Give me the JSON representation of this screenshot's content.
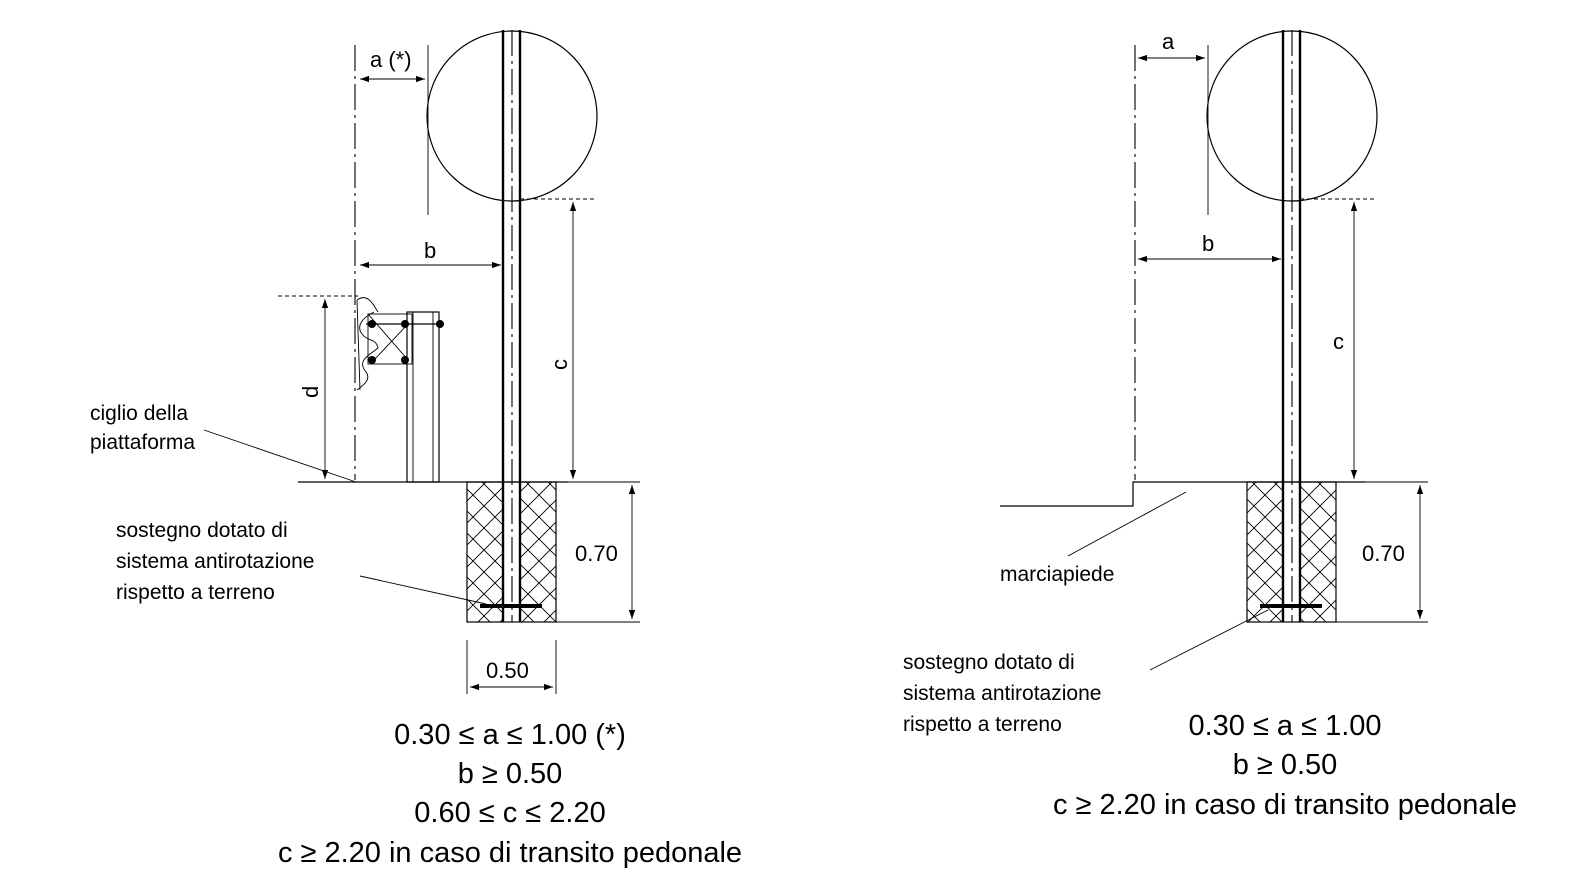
{
  "left": {
    "label_a": "a (*)",
    "label_b": "b",
    "label_c": "c",
    "label_d": "d",
    "label_depth": "0.70",
    "label_width": "0.50",
    "note_edge": [
      "ciglio della",
      "piattaforma"
    ],
    "note_support": [
      "sostegno dotato di",
      "sistema antirotazione",
      "rispetto a terreno"
    ],
    "conditions": [
      "0.30 ≤ a ≤ 1.00 (*)",
      "b ≥  0.50",
      "0.60 ≤ c ≤ 2.20",
      "c  ≥  2.20 in caso di transito pedonale"
    ]
  },
  "right": {
    "label_a": "a",
    "label_b": "b",
    "label_c": "c",
    "label_depth": "0.70",
    "note_sidewalk": "marciapiede",
    "note_support": [
      "sostegno dotato di",
      "sistema antirotazione",
      "rispetto a terreno"
    ],
    "conditions": [
      "0.30 ≤ a ≤ 1.00",
      "b ≥  0.50",
      "c  ≥  2.20 in caso di transito pedonale"
    ]
  }
}
